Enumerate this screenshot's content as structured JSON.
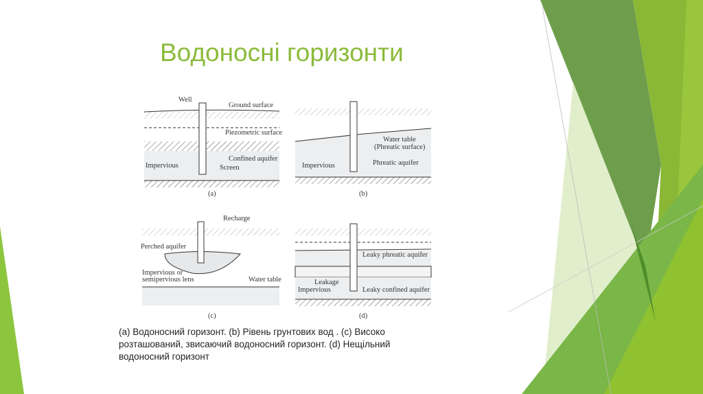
{
  "slide": {
    "title": "Водоносні горизонти",
    "caption": "(a) Водоносний горизонт. (b) Рівень грунтових вод . (c) Високо розташований, звисаючий водоносний горизонт. (d) Нещільний водоносний горизонт",
    "accent_color": "#8bbb3b"
  },
  "figure": {
    "a": {
      "label": "(a)",
      "well": "Well",
      "ground": "Ground surface",
      "piezo": "Piezometric surface",
      "confined": "Confined aquifer",
      "impervious": "Impervious",
      "screen": "Screen"
    },
    "b": {
      "label": "(b)",
      "water_table": "Water table",
      "phreatic_surface": "(Phreatic surface)",
      "impervious": "Impervious",
      "phreatic": "Phreatic aquifer"
    },
    "c": {
      "label": "(c)",
      "recharge": "Recharge",
      "perched": "Perched aquifer",
      "lens1": "Impervious or",
      "lens2": "semipervious lens",
      "water_table": "Water table"
    },
    "d": {
      "label": "(d)",
      "leaky_phreatic": "Leaky phreatic aquifer",
      "leakage": "Leakage",
      "impervious": "Impervious",
      "leaky_confined": "Leaky confined aquifer"
    }
  }
}
